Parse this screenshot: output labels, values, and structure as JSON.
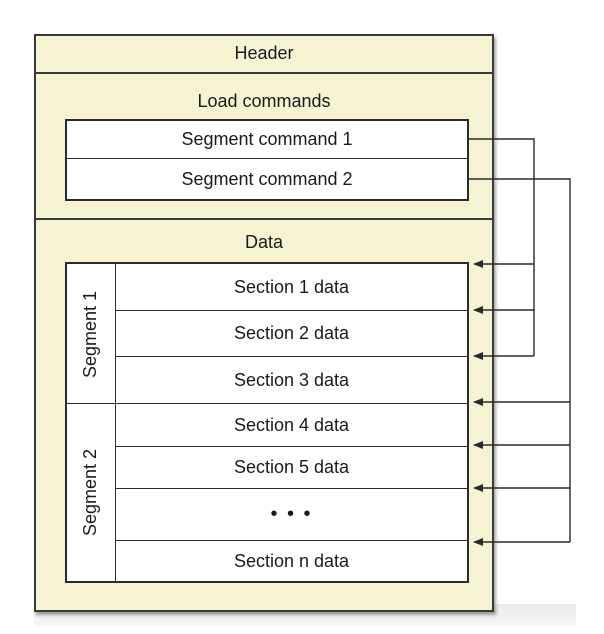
{
  "header_label": "Header",
  "load_commands": {
    "label": "Load commands",
    "commands": [
      "Segment command 1",
      "Segment command 2"
    ]
  },
  "data_region": {
    "label": "Data",
    "segments": [
      {
        "label": "Segment 1",
        "sections": [
          "Section 1 data",
          "Section 2 data",
          "Section 3 data"
        ]
      },
      {
        "label": "Segment 2",
        "sections": [
          "Section 4 data",
          "Section 5 data",
          "• • •",
          "Section n data"
        ]
      }
    ]
  },
  "colors": {
    "file_background": "#f5f3d2",
    "box_background": "#ffffff",
    "lines": "#2a2a2a"
  }
}
